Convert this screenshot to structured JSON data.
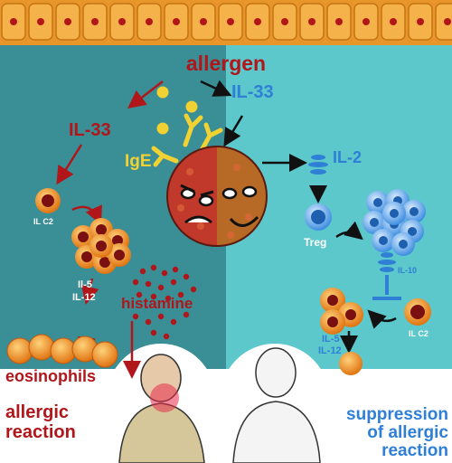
{
  "labels": {
    "allergen": "allergen",
    "il33_left": "IL-33",
    "il33_right": "IL-33",
    "ige": "IgE",
    "ilc2_left": "IL C2",
    "il5_left": "Il-5",
    "il12_left": "IL-12",
    "histamine": "histamine",
    "eosinophils": "eosinophils",
    "allergic_reaction_1": "allergic",
    "allergic_reaction_2": "reaction",
    "il2": "IL-2",
    "treg": "Treg",
    "il10": "IL-10",
    "ilc2_right": "IL C2",
    "il5_right": "IL-5",
    "il12_right": "IL-12",
    "suppression_1": "suppression",
    "suppression_2": "of allergic",
    "suppression_3": "reaction"
  },
  "colors": {
    "left_panel": "#3a8e96",
    "right_panel": "#5cc8cc",
    "red": "#b0161a",
    "blue": "#2f7fd6",
    "epithelium": "#f0a63a",
    "ige_yellow": "#f2d233",
    "cell_orange": "#f08a1f"
  }
}
